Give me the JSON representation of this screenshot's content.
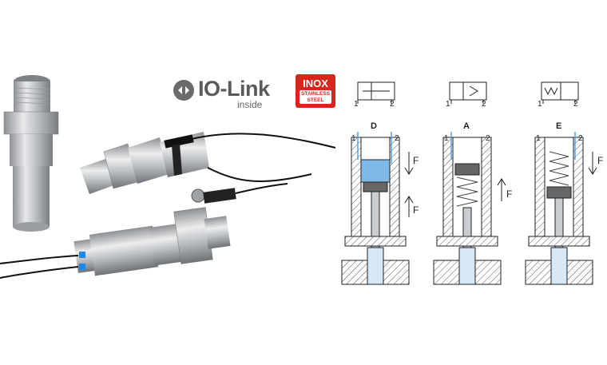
{
  "logos": {
    "iolink_main": "IO-Link",
    "iolink_sub": "inside",
    "inox_main": "INOX",
    "inox_sub_line1": "STAINLESS",
    "inox_sub_line2": "STEEL"
  },
  "diagrams": [
    {
      "mode": "D",
      "port1": "1",
      "port2": "2",
      "port1_top": "1",
      "port2_top": "2",
      "force": "F",
      "force2": "F"
    },
    {
      "mode": "A",
      "port1": "1",
      "port2": "2",
      "port1_top": "1",
      "port2_top": "2",
      "force": "F"
    },
    {
      "mode": "E",
      "port1": "1",
      "port2": "2",
      "port1_top": "1",
      "port2_top": "2",
      "force": "F"
    }
  ],
  "colors": {
    "inox_red": "#d9261c",
    "flow_blue": "#5aa3d8",
    "chamber_blue": "#7fb9e6",
    "steel": "#b9bcc0"
  }
}
